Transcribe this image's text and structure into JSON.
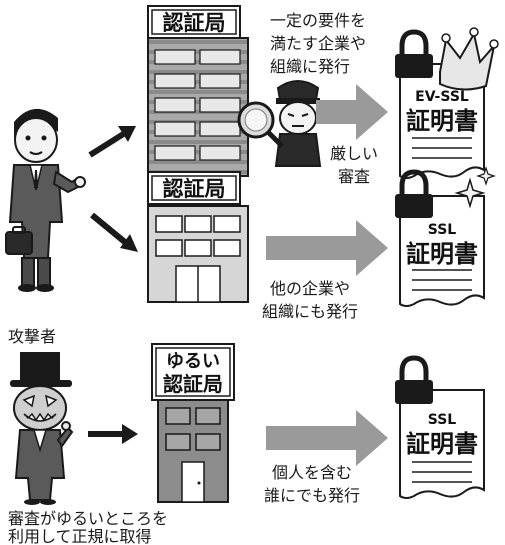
{
  "diagram": {
    "section_top": {
      "authority_label": "認証局",
      "requirement_line1": "一定の要件を",
      "requirement_line2": "満たす企業や",
      "requirement_line3": "組織に発行",
      "review_line1": "厳しい",
      "review_line2": "審査",
      "cert_type": "EV-SSL",
      "cert_title": "証明書"
    },
    "section_middle": {
      "authority_label": "認証局",
      "issue_line1": "他の企業や",
      "issue_line2": "組織にも発行",
      "cert_type": "SSL",
      "cert_title": "証明書"
    },
    "section_bottom": {
      "attacker_label": "攻撃者",
      "sign_line1": "ゆるい",
      "sign_line2": "認証局",
      "issue_line1": "個人を含む",
      "issue_line2": "誰にでも発行",
      "cert_type": "SSL",
      "cert_title": "証明書",
      "caption_line1": "審査がゆるいところを",
      "caption_line2": "利用して正規に取得"
    },
    "colors": {
      "arrow_gray": "#9a9a9a",
      "building_dark": "#8c8c8c",
      "building_light": "#d6d6d6",
      "ink": "#1a1a1a"
    }
  }
}
